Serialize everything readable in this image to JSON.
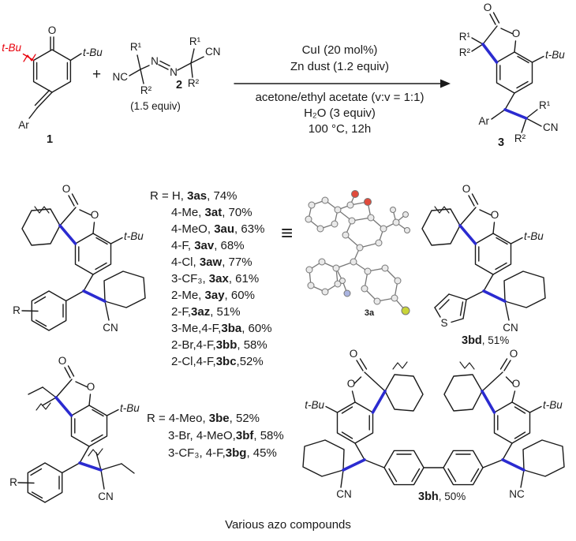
{
  "colors": {
    "bond_blue": "#2b2bd0",
    "highlight_red": "#e8000b",
    "xray_oxygen": "#e04b3c",
    "xray_fluorine": "#c9d438",
    "xray_carbon": "#e9e9e9"
  },
  "atoms": {
    "o": "O",
    "n": "N",
    "s": "S",
    "cn": "CN",
    "nc": "NC",
    "t_bu": "t-Bu",
    "ar": "Ar",
    "r": "R",
    "r1": "R¹",
    "r2": "R²"
  },
  "operators": {
    "plus": "+",
    "equivalent": "≡"
  },
  "scheme": {
    "reactant_label": "1",
    "reagent_label": "2",
    "reagent_equiv": "(1.5 equiv)",
    "product_label": "3",
    "conditions_above": [
      "CuI (20 mol%)",
      "Zn dust (1.2 equiv)"
    ],
    "conditions_below": [
      "acetone/ethyl acetate (v:v = 1:1)",
      "H₂O (3 equiv)",
      "100 °C, 12h"
    ]
  },
  "series_a": {
    "entries": [
      {
        "pre": "R = H, ",
        "code": "3as",
        "post": ", 74%"
      },
      {
        "pre": "4-Me, ",
        "code": "3at",
        "post": ", 70%"
      },
      {
        "pre": "4-MeO, ",
        "code": "3au",
        "post": ", 63%"
      },
      {
        "pre": "4-F, ",
        "code": "3av",
        "post": ", 68%"
      },
      {
        "pre": "4-Cl, ",
        "code": "3aw",
        "post": ", 77%"
      },
      {
        "pre": "3-CF₃, ",
        "code": "3ax",
        "post": ", 61%"
      },
      {
        "pre": "2-Me, ",
        "code": "3ay",
        "post": ", 60%"
      },
      {
        "pre": "2-F,",
        "code": "3az",
        "post": ", 51%"
      },
      {
        "pre": "3-Me,4-F,",
        "code": "3ba",
        "post": ", 60%"
      },
      {
        "pre": "2-Br,4-F,",
        "code": "3bb",
        "post": ", 58%"
      },
      {
        "pre": "2-Cl,4-F,",
        "code": "3bc",
        "post": ",52%"
      }
    ]
  },
  "series_b": {
    "entries": [
      {
        "pre": "R = 4-Meo, ",
        "code": "3be",
        "post": ", 52%"
      },
      {
        "pre": "3-Br, 4-MeO,",
        "code": "3bf",
        "post": ", 58%"
      },
      {
        "pre": "3-CF₃, 4-F,",
        "code": "3bg",
        "post": ", 45%"
      }
    ]
  },
  "xray_label": "3a",
  "compound_3bd": {
    "code": "3bd",
    "yield_text": ", 51%"
  },
  "compound_3bh": {
    "code": "3bh",
    "yield_text": ", 50%"
  },
  "footer": "Various azo compounds"
}
